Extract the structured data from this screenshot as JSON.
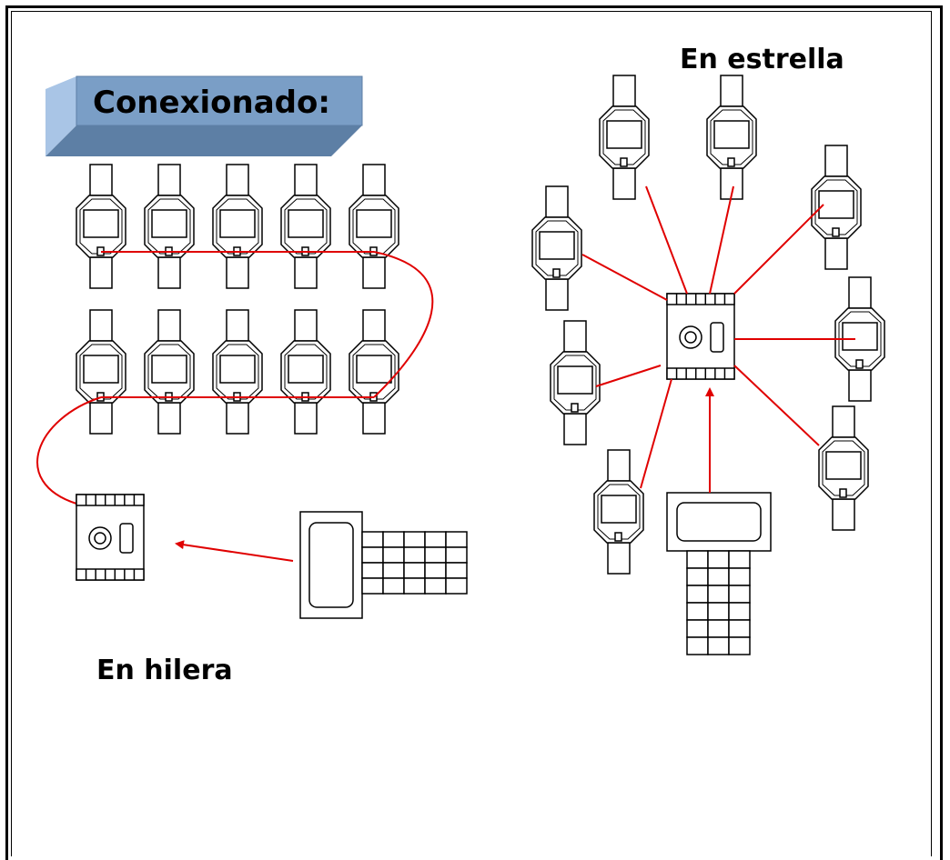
{
  "banner": {
    "title": "Conexionado:"
  },
  "labels": {
    "hilera": "En hilera",
    "estrella": "En estrella"
  },
  "colors": {
    "wire": "#e00000",
    "banner_front": "#7aa0c8",
    "banner_top": "#a9c5e6",
    "banner_side": "#4f6f93",
    "banner_bottom": "#5d7fa5"
  },
  "icons": [
    "meter-icon",
    "controller-icon",
    "handheld-terminal-icon",
    "arrow-icon"
  ],
  "topologies": [
    {
      "name": "En hilera",
      "meters": 10,
      "rows": 2
    },
    {
      "name": "En estrella",
      "meters": 8
    }
  ]
}
